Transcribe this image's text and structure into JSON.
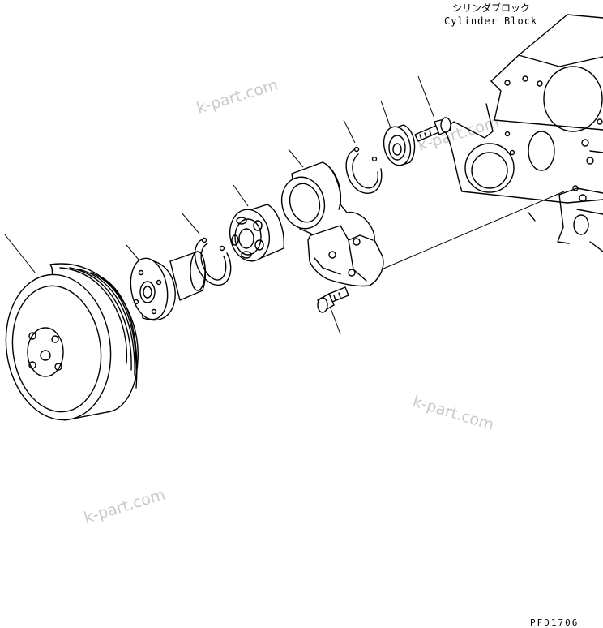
{
  "labels": {
    "part_title_jp": "シリンダブロック",
    "part_title_en": "Cylinder Block",
    "drawing_code": "PFD1706"
  },
  "watermarks": [
    "k-part.com",
    "k-part.com",
    "k-part.com",
    "k-part.com"
  ],
  "icons": {
    "pulley": "pulley-icon",
    "hub": "flange-hub-icon",
    "snap_ring_left": "snap-ring-icon",
    "bearing": "bearing-icon",
    "housing": "bracket-housing-icon",
    "snap_ring_right": "snap-ring-icon",
    "cap": "seal-cap-icon",
    "bolt_top": "bolt-icon",
    "bolt_bottom": "bolt-icon",
    "block": "cylinder-block-icon"
  },
  "colors": {
    "line": "#000000",
    "watermark": "#c9c9c9",
    "background": "#ffffff"
  }
}
